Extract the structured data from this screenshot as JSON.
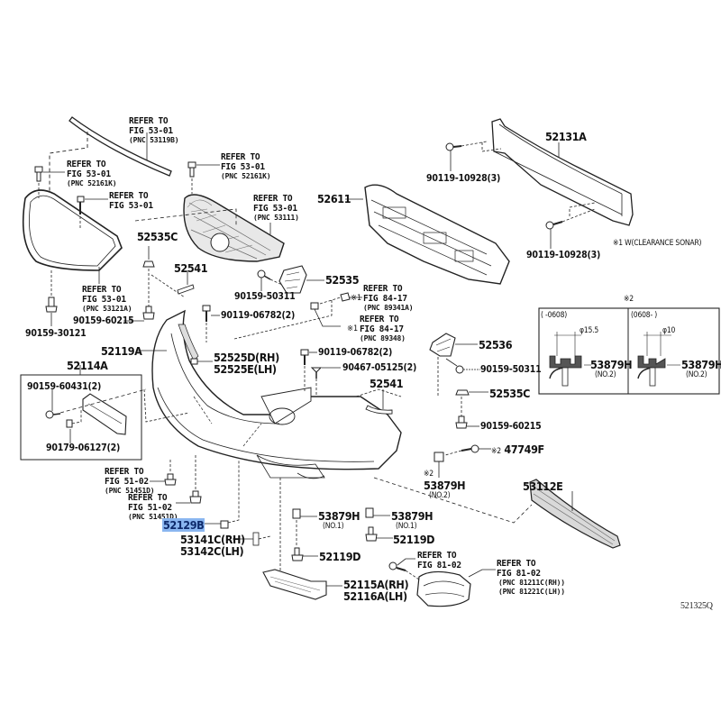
{
  "diagram": {
    "figure_id": "521325Q",
    "highlight_color": "#8ab6f0",
    "notes": {
      "note1": "※1 W(CLEARANCE SONAR)",
      "note2_title": "※2",
      "note2_left_range": "(      -0608)",
      "note2_right_range": "(0608-      )",
      "note2_left_dim": "φ15.5",
      "note2_right_dim": "φ10",
      "note2_left_part": "53879H",
      "note2_left_sub": "(NO.2)",
      "note2_right_part": "53879H",
      "note2_right_sub": "(NO.2)"
    },
    "refs": {
      "r_53119b": {
        "l1": "REFER TO",
        "l2": "FIG 53-01",
        "l3": "(PNC 53119B)"
      },
      "r_52161k_left": {
        "l1": "REFER TO",
        "l2": "FIG 53-01",
        "l3": "(PNC 52161K)"
      },
      "r_5301_left": {
        "l1": "REFER TO",
        "l2": "FIG 53-01"
      },
      "r_52161k_center": {
        "l1": "REFER TO",
        "l2": "FIG 53-01",
        "l3": "(PNC 52161K)"
      },
      "r_53111": {
        "l1": "REFER TO",
        "l2": "FIG 53-01",
        "l3": "(PNC 53111)"
      },
      "r_53121a": {
        "l1": "REFER TO",
        "l2": "FIG 53-01",
        "l3": "(PNC 53121A)"
      },
      "r_89341a": {
        "mark": "※1",
        "l1": "REFER TO",
        "l2": "FIG 84-17",
        "l3": "(PNC 89341A)"
      },
      "r_89348": {
        "mark": "※1",
        "l1": "REFER TO",
        "l2": "FIG 84-17",
        "l3": "(PNC 89348)"
      },
      "r_51451d_a": {
        "l1": "REFER TO",
        "l2": "FIG 51-02",
        "l3": "(PNC 51451D)"
      },
      "r_51451d_b": {
        "l1": "REFER TO",
        "l2": "FIG 51-02",
        "l3": "(PNC 51451D)"
      },
      "r_8102_bolt": {
        "l1": "REFER TO",
        "l2": "FIG 81-02"
      },
      "r_8102_lamp": {
        "l1": "REFER TO",
        "l2": "FIG 81-02",
        "l3": "(PNC 81211C(RH))",
        "l4": "(PNC 81221C(LH))"
      }
    },
    "parts": {
      "p52131a": "52131A",
      "p90119_10928_a": "90119-10928(3)",
      "p90119_10928_b": "90119-10928(3)",
      "p52611": "52611",
      "p52535c_top": "52535C",
      "p52541_top": "52541",
      "p52535": "52535",
      "p90159_50311_a": "90159-50311",
      "p90159_30121": "90159-30121",
      "p90159_60215_left": "90159-60215",
      "p90119_06782_a": "90119-06782(2)",
      "p52119a": "52119A",
      "p52525d": "52525D(RH)",
      "p52525e": "52525E(LH)",
      "p52114a": "52114A",
      "p90159_60431": "90159-60431(2)",
      "p90179_06127": "90179-06127(2)",
      "p90119_06782_b": "90119-06782(2)",
      "p90467_05125": "90467-05125(2)",
      "p52541_mid": "52541",
      "p52536": "52536",
      "p90159_50311_b": "90159-50311",
      "p52535c_right": "52535C",
      "p90159_60215_right": "90159-60215",
      "p47749f_mark": "※2",
      "p47749f": "47749F",
      "p53879h_no2_mark": "※2",
      "p53879h_no2": "53879H",
      "p53879h_no2_sub": "(NO.2)",
      "p53112e": "53112E",
      "p52129b": "52129B",
      "p53141c": "53141C(RH)",
      "p53142c": "53142C(LH)",
      "p53879h_no1_a": "53879H",
      "p53879h_no1_a_sub": "(NO.1)",
      "p53879h_no1_b": "53879H",
      "p53879h_no1_b_sub": "(NO.1)",
      "p52119d_a": "52119D",
      "p52119d_b": "52119D",
      "p52115a": "52115A(RH)",
      "p52116a": "52116A(LH)"
    }
  }
}
